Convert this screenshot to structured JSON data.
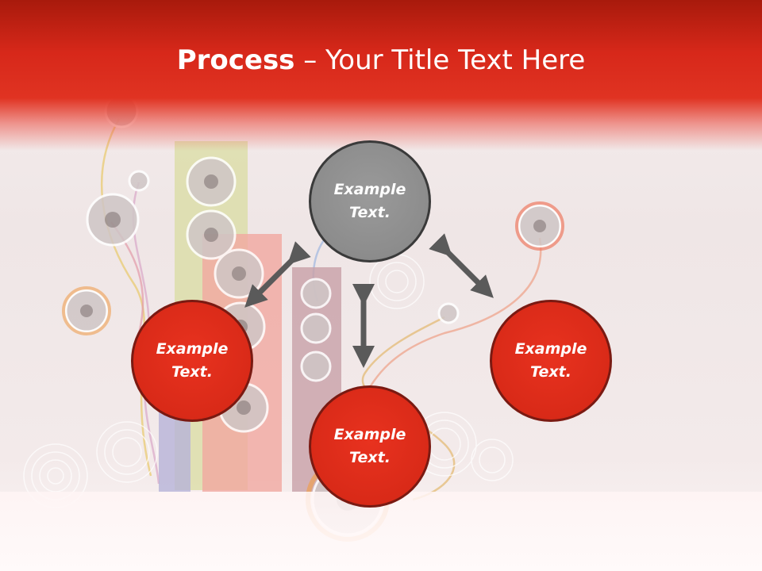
{
  "slide": {
    "title_bold": "Process",
    "title_rest": " – Your Title Text Here"
  },
  "nodes": [
    {
      "text": "Example\nText.",
      "color": "#8c8c8c"
    },
    {
      "text": "Example\nText.",
      "color": "#d92a18"
    },
    {
      "text": "Example\nText.",
      "color": "#d92a18"
    },
    {
      "text": "Example\nText.",
      "color": "#d92a18"
    }
  ],
  "colors": {
    "accent": "#d92a18",
    "header_dark": "#a81a0c",
    "arrow": "#5a5a5a"
  }
}
